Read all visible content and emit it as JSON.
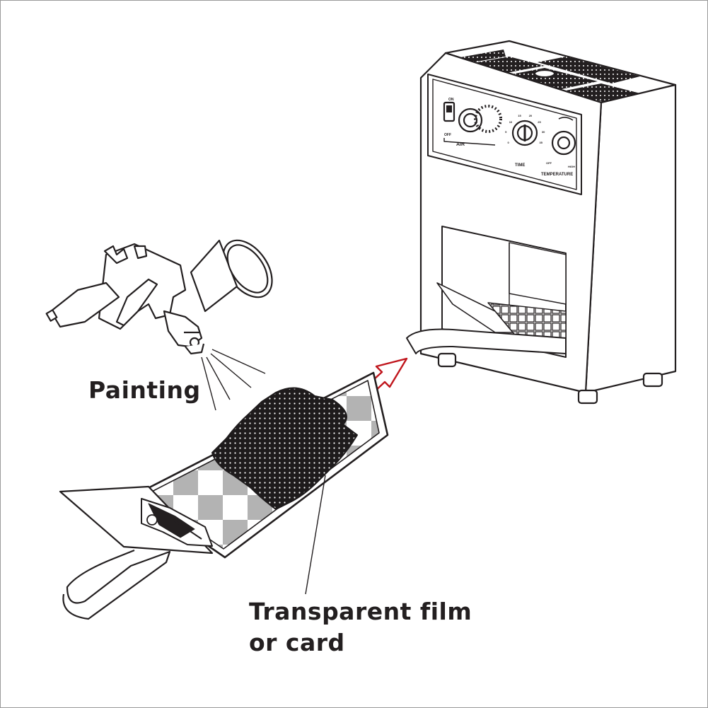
{
  "labels": {
    "painting": "Painting",
    "film_line1": "Transparent film",
    "film_line2": "or card"
  },
  "machine_panel": {
    "on": "ON",
    "off": "OFF",
    "air": "AIR",
    "time": "TIME",
    "temperature": "TEMPERATURE",
    "temp_off": "OFF",
    "temp_high": "HIGH",
    "time_ticks": [
      "0",
      "5",
      "10",
      "15",
      "20",
      "25",
      "30",
      "35"
    ]
  },
  "colors": {
    "ink": "#231f20",
    "arrow": "#c0161d",
    "checker_gray": "#b3b3b3",
    "paint": "#1e1b1c"
  },
  "icons": [
    "spray-gun-icon",
    "arrow-icon",
    "machine-icon",
    "card-holder-icon"
  ]
}
